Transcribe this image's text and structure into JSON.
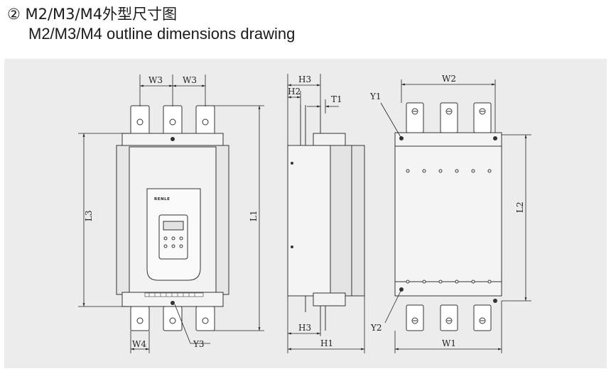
{
  "heading": {
    "line1": "② M2/M3/M4外型尺寸图",
    "line2": "M2/M3/M4 outline dimensions drawing"
  },
  "brand_label": "RENLE",
  "labels": {
    "front": {
      "w3_left": "W3",
      "w3_right": "W3",
      "l3": "L3",
      "l1": "L1",
      "w4": "W4",
      "y3": "Y3"
    },
    "side": {
      "h3_top": "H3",
      "h2": "H2",
      "t1": "T1",
      "h3_bottom": "H3",
      "h1": "H1"
    },
    "back": {
      "w2": "W2",
      "y1": "Y1",
      "l2": "L2",
      "y2": "Y2",
      "w1": "W1"
    }
  }
}
